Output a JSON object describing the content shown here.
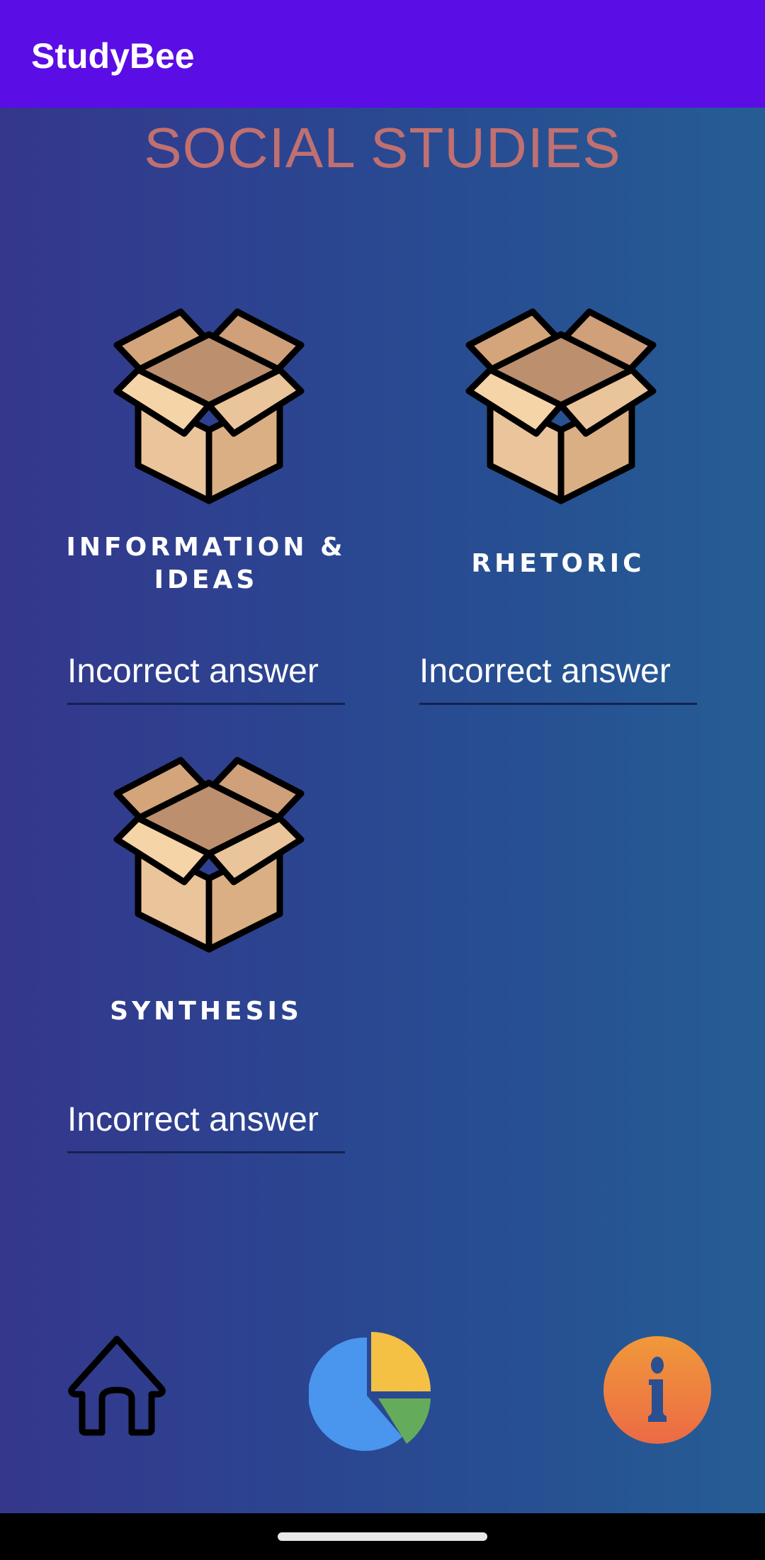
{
  "appbar": {
    "title": "StudyBee",
    "color": "#5A0DE4"
  },
  "page": {
    "title": "SOCIAL STUDIES",
    "title_color": "#C07070"
  },
  "topics": [
    {
      "label": "INFORMATION & IDEAS",
      "label_line1": "INFORMATION &",
      "label_line2": "IDEAS",
      "answer": "Incorrect answer",
      "icon": "open-box-icon"
    },
    {
      "label": "RHETORIC",
      "answer": "Incorrect answer",
      "icon": "open-box-icon"
    },
    {
      "label": "SYNTHESIS",
      "answer": "Incorrect answer",
      "icon": "open-box-icon"
    }
  ],
  "bottom_nav": {
    "items": [
      {
        "name": "home",
        "icon": "home-icon"
      },
      {
        "name": "statistics",
        "icon": "pie-chart-icon",
        "colors": [
          "#4A96EE",
          "#F4C145",
          "#65AB5C"
        ]
      },
      {
        "name": "info",
        "icon": "info-icon",
        "colors": [
          "#F0993A",
          "#EC6A45"
        ]
      }
    ]
  }
}
